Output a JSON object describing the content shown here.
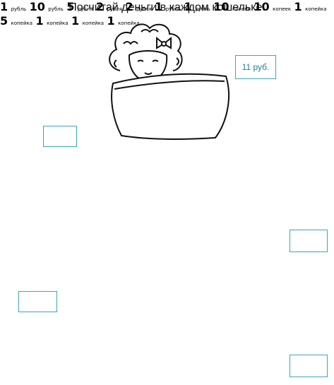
{
  "title": "Посчитай деньги в каждом кошельке.",
  "answer_example": "11 руб.",
  "coins": {
    "w1": [
      "1",
      "10"
    ],
    "w2": [
      "5",
      "2"
    ],
    "w3": [
      "2",
      "1",
      "1"
    ],
    "w4": [
      "10",
      "10"
    ],
    "w5": [
      "1",
      "5",
      "1",
      "1",
      "1"
    ]
  },
  "coin_words": {
    "rub1": "рубль",
    "rub2": "рубля",
    "kop": "копейка",
    "kop10": "копеек"
  },
  "colors": {
    "example": "#3aa6b9",
    "line": "#111111"
  }
}
